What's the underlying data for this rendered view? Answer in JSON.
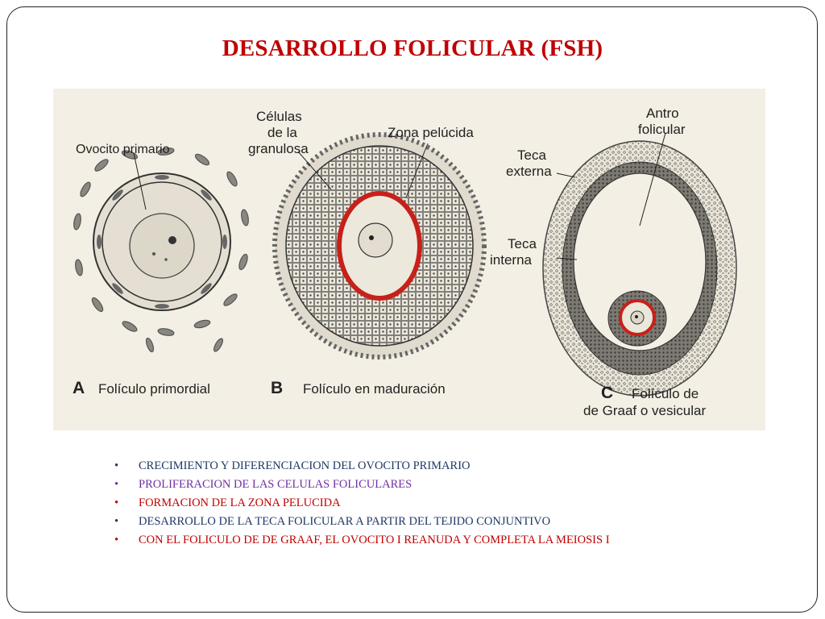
{
  "slide": {
    "title": "DESARROLLO FOLICULAR (FSH)"
  },
  "figure": {
    "labels": {
      "ovocito_primario": "Ovocito primario",
      "celulas_line1": "Células",
      "celulas_line2": "de la",
      "celulas_line3": "granulosa",
      "zona_pelucida": "Zona pelúcida",
      "antro_line1": "Antro",
      "antro_line2": "folicular",
      "teca_externa_line1": "Teca",
      "teca_externa_line2": "externa",
      "teca_interna_line1": "Teca",
      "teca_interna_line2": "interna"
    },
    "panels": [
      {
        "letter": "A",
        "caption": "Folículo primordial",
        "caption2": ""
      },
      {
        "letter": "B",
        "caption": "Folículo en maduración",
        "caption2": ""
      },
      {
        "letter": "C",
        "caption": "Folículo de",
        "caption2": "de Graaf o vesicular"
      }
    ],
    "colors": {
      "zona_pelucida": "#c8201a",
      "background": "#f3efe4",
      "ink": "#222222"
    }
  },
  "bullets": [
    {
      "text": "CRECIMIENTO Y DIFERENCIACION DEL OVOCITO PRIMARIO",
      "color": "#1f3864"
    },
    {
      "text": "PROLIFERACION DE LAS CELULAS FOLICULARES",
      "color": "#7030a0"
    },
    {
      "text": "FORMACION DE LA ZONA PELUCIDA",
      "color": "#c00000"
    },
    {
      "text": "DESARROLLO DE LA TECA FOLICULAR A PARTIR DEL TEJIDO CONJUNTIVO",
      "color": "#1f3864"
    },
    {
      "text": "CON EL FOLICULO DE DE GRAAF, EL OVOCITO I  REANUDA Y COMPLETA LA MEIOSIS I",
      "color": "#c00000"
    }
  ]
}
